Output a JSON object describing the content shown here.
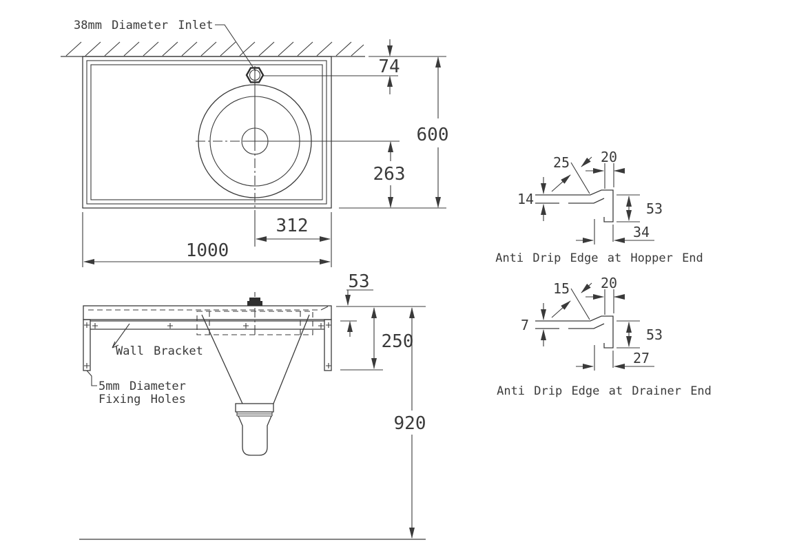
{
  "plan": {
    "inlet_label": "38mm Diameter Inlet",
    "dim_inlet_offset": "74",
    "dim_depth": "600",
    "dim_bowl_to_front": "263",
    "dim_bowl_to_end": "312",
    "dim_length": "1000"
  },
  "elevation": {
    "bracket_label": "Wall Bracket",
    "fixing_label_line1": "5mm Diameter",
    "fixing_label_line2": "Fixing Holes",
    "dim_edge_height": "53",
    "dim_bracket_depth": "250",
    "dim_height_to_floor": "920"
  },
  "details": [
    {
      "caption": "Anti Drip Edge at Hopper End",
      "dim_slope": "25",
      "dim_top": "20",
      "dim_thickness": "14",
      "dim_drop": "53",
      "dim_return": "34"
    },
    {
      "caption": "Anti Drip Edge at Drainer End",
      "dim_slope": "15",
      "dim_top": "20",
      "dim_thickness": "7",
      "dim_drop": "53",
      "dim_return": "27"
    }
  ],
  "colors": {
    "line": "#3a3a3a",
    "background": "#ffffff"
  }
}
